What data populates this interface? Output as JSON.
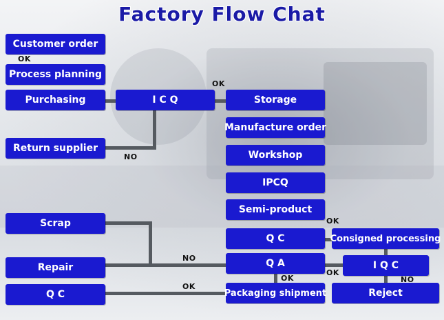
{
  "title": "Factory Flow Chat",
  "nodes": {
    "customer_order": "Customer order",
    "process_planning": "Process planning",
    "purchasing": "Purchasing",
    "icq": "I C Q",
    "storage": "Storage",
    "return_supplier": "Return supplier",
    "manufacture_order": "Manufacture order",
    "workshop": "Workshop",
    "ipcq": "IPCQ",
    "semi_product": "Semi-product",
    "qc_mid": "Q C",
    "consigned_processing": "Consigned processing",
    "qa": "Q A",
    "iqc": "I Q C",
    "reject": "Reject",
    "scrap": "Scrap",
    "repair": "Repair",
    "qc_left": "Q C",
    "packaging_shipment": "Packaging shipment"
  },
  "labels": {
    "ok_order_planning": "OK",
    "ok_icq_storage": "OK",
    "no_icq_return": "NO",
    "ok_qc_consigned": "OK",
    "no_qa_repair": "NO",
    "ok_qa_packaging": "OK",
    "ok_iqc_qa": "OK",
    "no_iqc_reject": "NO",
    "ok_qc_packaging": "OK"
  }
}
